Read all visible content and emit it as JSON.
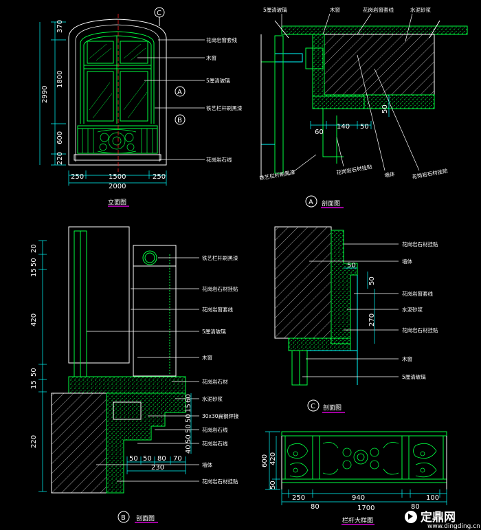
{
  "colors": {
    "background": "#000000",
    "primary_line": "#00ff40",
    "aux_line": "#00ffff",
    "white": "#ffffff",
    "magenta": "#ff00ff",
    "red": "#ff2020"
  },
  "elevation": {
    "title": "立面图",
    "dims_height": [
      "370",
      "1800",
      "600",
      "220"
    ],
    "dim_height_total": "2990",
    "dims_width": [
      "250",
      "1500",
      "250"
    ],
    "dim_width_total": "2000",
    "section_marks": [
      "C",
      "A",
      "B"
    ],
    "labels": [
      "花岗岩窗套线",
      "木窗",
      "5厘清玻璃",
      "铁艺栏杆刷黑漆",
      "花岗岩石线"
    ]
  },
  "section_a": {
    "title": "剖面图",
    "mark": "A",
    "top_labels": [
      "5厘清玻璃",
      "木窗",
      "花岗岩窗套线",
      "水泥砂浆"
    ],
    "bottom_labels": [
      "铁艺栏杆刷黑漆",
      "花岗岩石材挂贴",
      "墙体",
      "花岗岩石材挂贴"
    ],
    "dims": [
      "60",
      "140",
      "50",
      "50"
    ]
  },
  "section_b": {
    "title": "剖面图",
    "mark": "B",
    "labels": [
      "铁艺栏杆刷黑漆",
      "花岗岩石材挂贴",
      "花岗岩窗套线",
      "5厘清玻璃",
      "木窗",
      "花岗岩石材",
      "水泥砂浆",
      "30x30扁钢焊接",
      "花岗岩石线",
      "花岗岩石线",
      "墙体",
      "花岗岩石材挂贴"
    ],
    "dims_vertical": [
      "20",
      "50",
      "15",
      "420",
      "50",
      "15",
      "220"
    ],
    "dims_side": [
      "60",
      "15",
      "50",
      "50",
      "50",
      "40"
    ],
    "dims_bottom": [
      "50",
      "50",
      "80",
      "70"
    ],
    "dim_bottom_total": "230"
  },
  "section_c": {
    "title": "剖面图",
    "mark": "C",
    "labels": [
      "花岗岩石材挂贴",
      "墙体",
      "花岗岩窗套线",
      "水泥砂浆",
      "花岗岩石材挂贴",
      "木窗",
      "5厘清玻璃"
    ],
    "dims": [
      "50",
      "50",
      "270"
    ]
  },
  "railing": {
    "title": "栏杆大样图",
    "dims_vertical": [
      "600",
      "420",
      "50"
    ],
    "dims_bottom": [
      "250",
      "940",
      "100",
      "80",
      "80"
    ],
    "dim_bottom_total": "1700"
  },
  "watermark": {
    "text": "定鼎网",
    "url": "www.dingding.cn"
  }
}
